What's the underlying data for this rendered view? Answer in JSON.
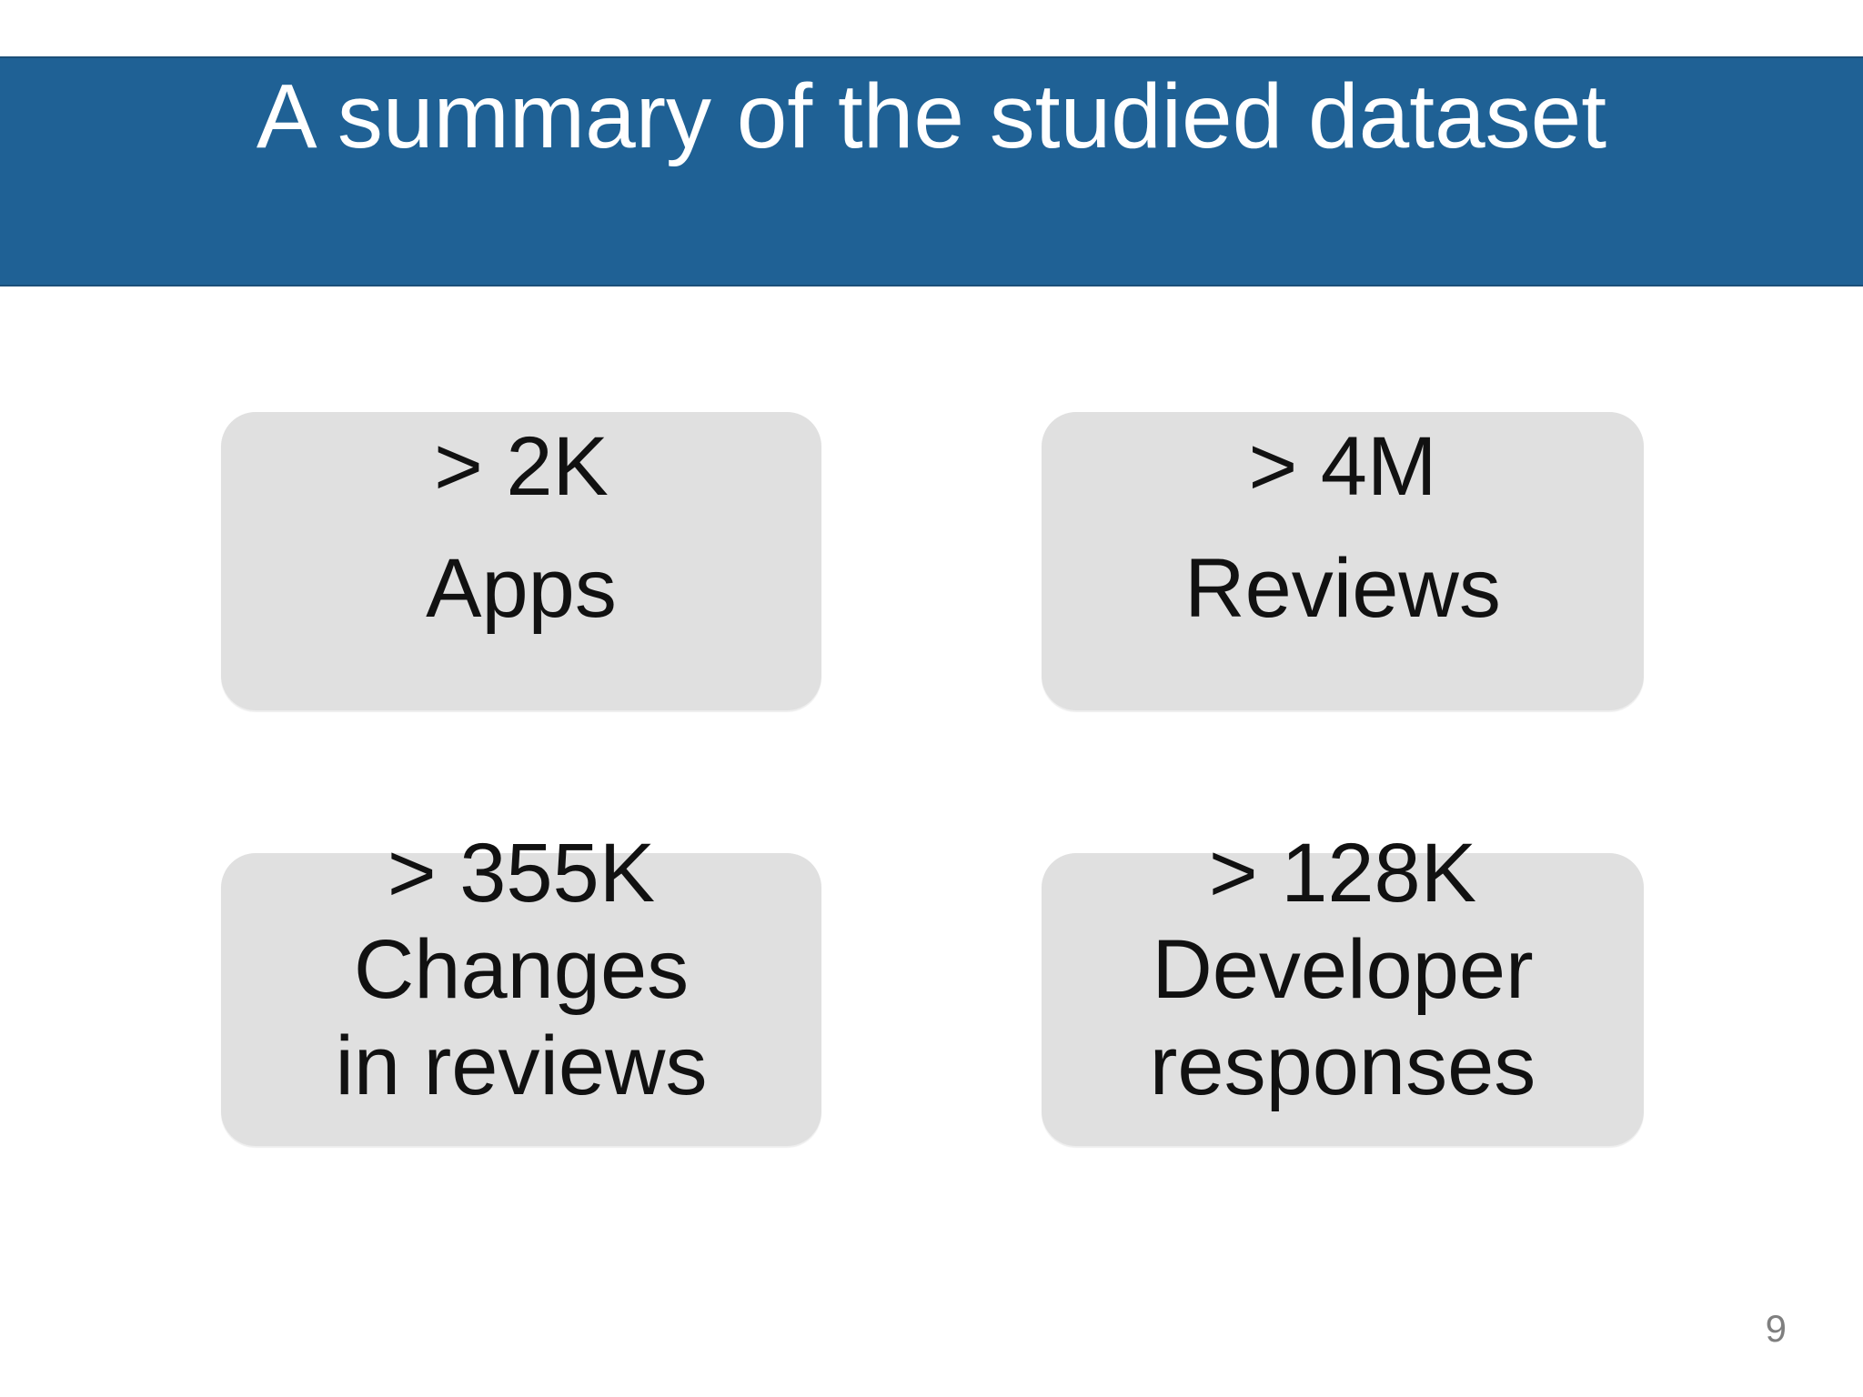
{
  "slide": {
    "title": "A summary of the studied dataset",
    "page_number": "9",
    "colors": {
      "header_bg": "#1F6195",
      "header_edge": "#1B4F79",
      "box_bg": "#E0E0E0",
      "title_text": "#FFFFFF",
      "box_text": "#111111",
      "page_number_text": "#7F7F7F"
    },
    "boxes": [
      {
        "value": "> 2K",
        "label_lines": [
          "Apps"
        ]
      },
      {
        "value": "> 4M",
        "label_lines": [
          "Reviews"
        ]
      },
      {
        "value": "> 355K",
        "label_lines": [
          "Changes",
          "in reviews"
        ]
      },
      {
        "value": "> 128K",
        "label_lines": [
          "Developer",
          "responses"
        ]
      }
    ]
  }
}
